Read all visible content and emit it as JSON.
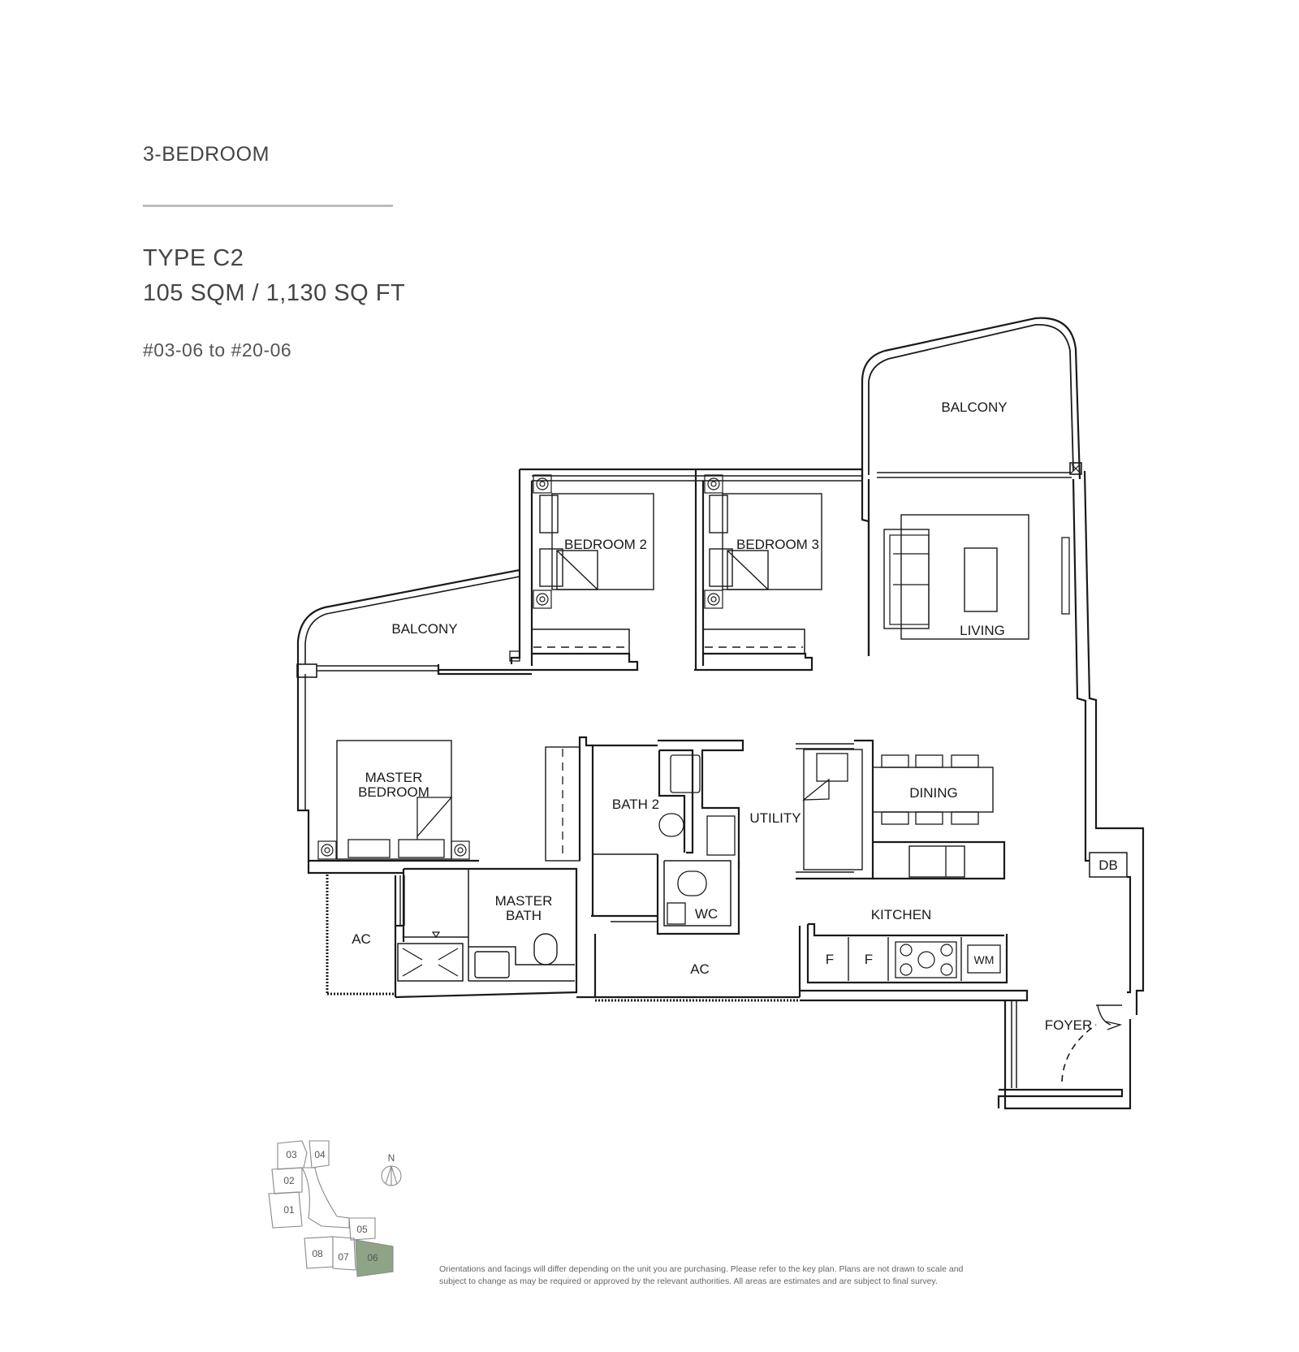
{
  "header": {
    "category": "3-BEDROOM",
    "type": "TYPE C2",
    "area": "105 SQM / 1,130 SQ FT",
    "units": "#03-06 to #20-06"
  },
  "rooms": {
    "balcony_top": "BALCONY",
    "balcony_left": "BALCONY",
    "bedroom2": "BEDROOM  2",
    "bedroom3": "BEDROOM  3",
    "living": "LIVING",
    "master_bedroom_1": "MASTER",
    "master_bedroom_2": "BEDROOM",
    "master_bath_1": "MASTER",
    "master_bath_2": "BATH",
    "bath2": "BATH  2",
    "utility": "UTILITY",
    "dining": "DINING",
    "wc": "WC",
    "kitchen": "KITCHEN",
    "ac_left": "AC",
    "ac_mid": "AC",
    "db": "DB",
    "fridge1": "F",
    "fridge2": "F",
    "wm": "WM",
    "foyer": "FOYER"
  },
  "key_plan": {
    "north": "N",
    "units": [
      "03",
      "04",
      "02",
      "01",
      "05",
      "08",
      "07",
      "06"
    ],
    "highlighted_unit": "06",
    "highlight_color": "#8fa487"
  },
  "disclaimer": {
    "line1": "Orientations and facings will differ depending on the unit you are purchasing. Please refer to the key plan. Plans are not drawn to scale and",
    "line2": "subject to change as may be required or approved by the relevant authorities. All areas are estimates and are subject to final survey."
  }
}
